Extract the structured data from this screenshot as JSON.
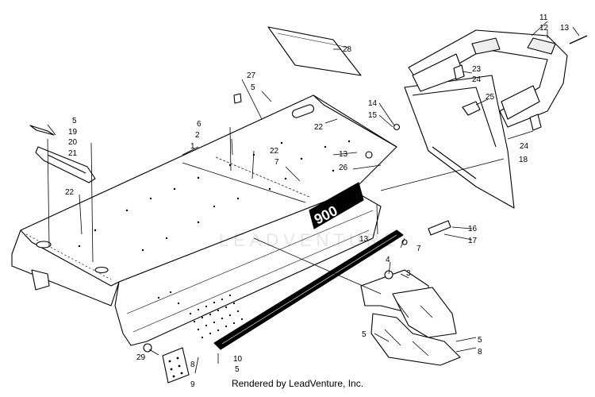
{
  "diagram": {
    "callouts": [
      "1",
      "2",
      "3",
      "4",
      "5",
      "6",
      "7",
      "8",
      "9",
      "10",
      "11",
      "12",
      "13",
      "14",
      "15",
      "16",
      "17",
      "18",
      "19",
      "20",
      "21",
      "22",
      "23",
      "24",
      "25",
      "26",
      "27",
      "28",
      "29"
    ],
    "badge_text": "900",
    "watermark": "LEADVENTURE",
    "footer": "Rendered by LeadVenture, Inc."
  }
}
